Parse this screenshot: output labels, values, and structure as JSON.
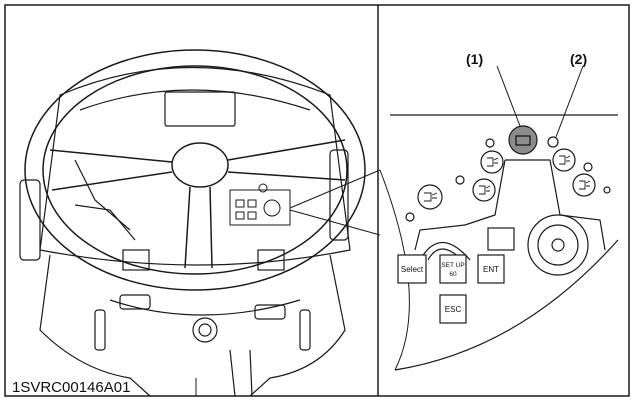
{
  "figure": {
    "id_label": "1SVRC00146A01"
  },
  "callouts": {
    "c1": "(1)",
    "c2": "(2)"
  },
  "panel_buttons": {
    "select": "Select",
    "setup_line1": "SET UP",
    "setup_line2": "60",
    "ent": "ENT",
    "esc": "ESC"
  },
  "icons": [
    "steering-wheel-icon",
    "dashboard-display-icon",
    "beacon-lamp-icon",
    "indicator-lamp-icon",
    "headlight-icon",
    "tractor-silhouette-icon"
  ],
  "colors": {
    "line": "#1a1a1a",
    "indicator_fill": "#8c8c8c"
  }
}
